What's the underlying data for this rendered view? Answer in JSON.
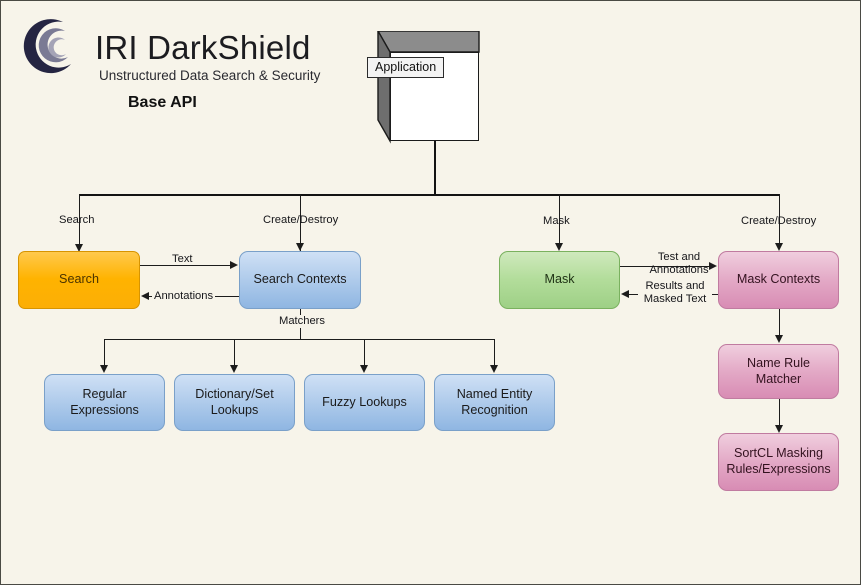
{
  "brand": {
    "logo_icon": "iri-crescent-spiral-icon",
    "title": "IRI DarkShield",
    "subtitle": "Unstructured Data Search & Security",
    "diagram_title": "Base API"
  },
  "colors": {
    "background": "#f7f4ea",
    "search_node": "#ffb300",
    "context_node": "#b2cdec",
    "mask_node": "#b3dd9b",
    "mask_context_node": "#e3a9c6",
    "connector": "#1c1c1c"
  },
  "nodes": {
    "application": "Application",
    "search": "Search",
    "search_contexts": "Search Contexts",
    "mask": "Mask",
    "mask_contexts": "Mask Contexts",
    "name_rule_matcher": "Name Rule Matcher",
    "sortcl_masking": "SortCL Masking Rules/Expressions",
    "matchers": [
      "Regular Expressions",
      "Dictionary/Set Lookups",
      "Fuzzy Lookups",
      "Named Entity Recognition"
    ]
  },
  "edges": {
    "bus_search": "Search",
    "bus_create_destroy_search": "Create/Destroy",
    "bus_mask": "Mask",
    "bus_create_destroy_mask": "Create/Destroy",
    "text": "Text",
    "annotations": "Annotations",
    "matchers": "Matchers",
    "test_and_annotations": "Test and Annotations",
    "results_and_masked_text": "Results and Masked Text"
  }
}
